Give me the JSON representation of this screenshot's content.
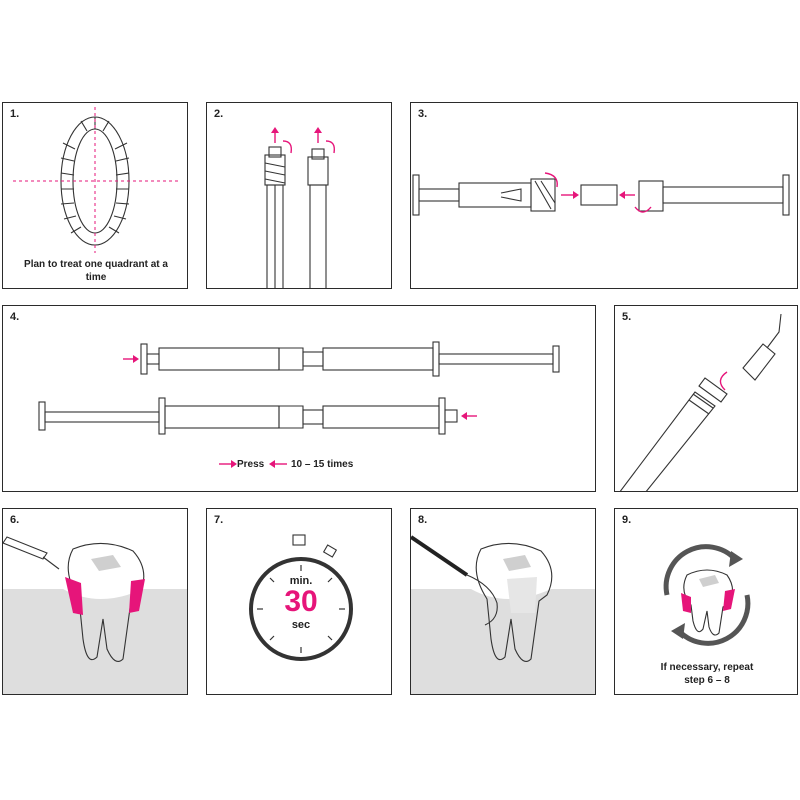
{
  "colors": {
    "accent": "#e6157a",
    "line": "#2b2b2b",
    "gum": "#d9d9d9"
  },
  "steps": [
    {
      "number": "1.",
      "caption": "Plan to treat one quadrant at a time"
    },
    {
      "number": "2.",
      "caption": ""
    },
    {
      "number": "3.",
      "caption": ""
    },
    {
      "number": "4.",
      "press_label": "Press",
      "times_label": "10 – 15 times"
    },
    {
      "number": "5.",
      "caption": ""
    },
    {
      "number": "6.",
      "caption": ""
    },
    {
      "number": "7.",
      "timer_top": "min.",
      "timer_value": "30",
      "timer_unit": "sec"
    },
    {
      "number": "8.",
      "caption": ""
    },
    {
      "number": "9.",
      "caption": "If necessary, repeat step 6 – 8"
    }
  ]
}
